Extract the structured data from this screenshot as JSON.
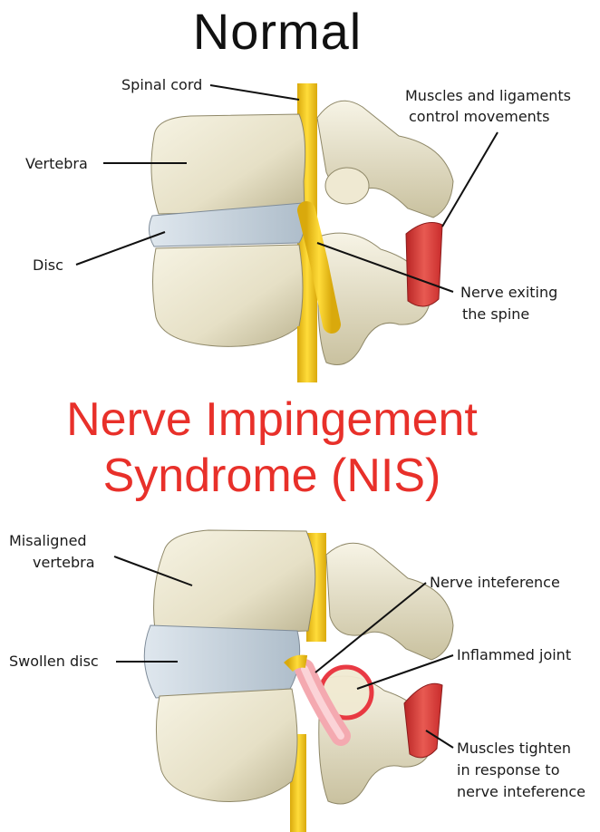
{
  "normal_section": {
    "title": "Normal",
    "labels": {
      "spinal_cord": "Spinal cord",
      "vertebra": "Vertebra",
      "disc": "Disc",
      "muscles_line1": "Muscles and ligaments",
      "muscles_line2": "control movements",
      "nerve_line1": "Nerve exiting",
      "nerve_line2": "the spine"
    }
  },
  "nis_section": {
    "title_line1": "Nerve Impingement",
    "title_line2": "Syndrome (NIS)",
    "labels": {
      "misaligned_line1": "Misaligned",
      "misaligned_line2": "vertebra",
      "swollen_disc": "Swollen disc",
      "nerve_interference": "Nerve inteference",
      "inflammed_joint": "Inflammed joint",
      "muscles_line1": "Muscles tighten",
      "muscles_line2": "in response to",
      "muscles_line3": "nerve inteference"
    }
  },
  "colors": {
    "title_red": "#e8302a",
    "bone": "#e9e4cc",
    "disc": "#c9d5e0",
    "nerve": "#f2c81e",
    "muscle": "#d83a3a",
    "inflamed_nerve": "#f4a9b0"
  }
}
